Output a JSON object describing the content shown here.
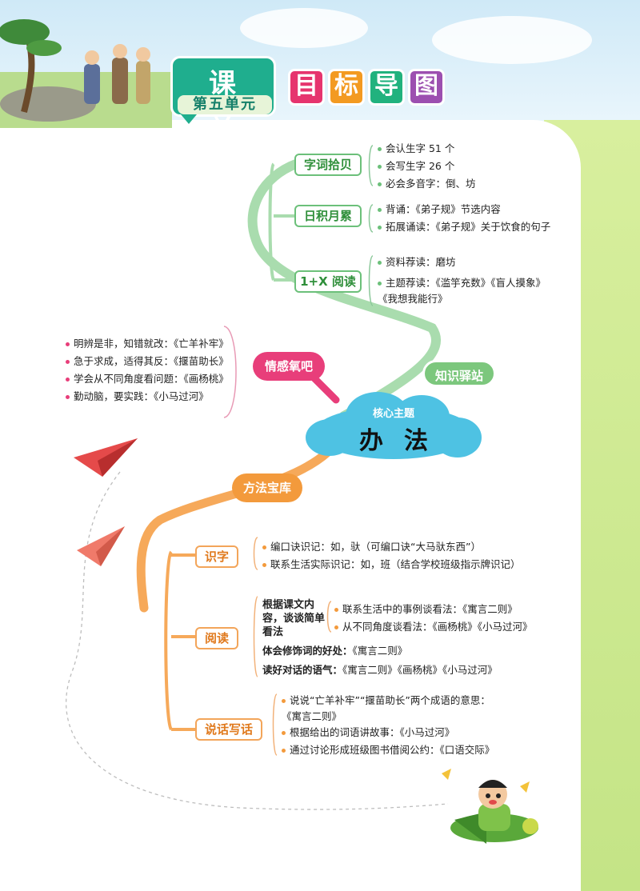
{
  "header": {
    "badge_big": "课文",
    "badge_small": "第五单元",
    "title_chars": [
      "目",
      "标",
      "导",
      "图"
    ],
    "title_colors": [
      "#e6346e",
      "#f39a21",
      "#21b27e",
      "#9c4fb0"
    ]
  },
  "core": {
    "label": "核心主题",
    "theme": "办法"
  },
  "colors": {
    "green": "#9ad6a2",
    "green_dark": "#3a9a4a",
    "pink": "#e83e7a",
    "orange": "#f39a3c",
    "blue": "#4ec2e3"
  },
  "zhishi": {
    "label": "知识驿站",
    "items": [
      {
        "label": "字词拾贝",
        "leaves": [
          "会认生字 51 个",
          "会写生字 26 个",
          "必会多音字：倒、坊"
        ]
      },
      {
        "label": "日积月累",
        "leaves": [
          "背诵：《弟子规》节选内容",
          "拓展诵读：《弟子规》关于饮食的句子"
        ]
      },
      {
        "label": "1+X 阅读",
        "leaves": [
          "资料荐读：磨坊",
          "主题荐读：《滥竽充数》《盲人摸象》",
          "《我想我能行》"
        ]
      }
    ]
  },
  "qinggan": {
    "label": "情感氧吧",
    "leaves": [
      "明辨是非，知错就改：《亡羊补牢》",
      "急于求成，适得其反：《揠苗助长》",
      "学会从不同角度看问题：《画杨桃》",
      "勤动脑，要实践：《小马过河》"
    ]
  },
  "fangfa": {
    "label": "方法宝库",
    "shizi": {
      "label": "识字",
      "leaves": [
        "编口诀识记：如，驮（可编口诀“大马驮东西”）",
        "联系生活实际识记：如，班（结合学校班级指示牌识记）"
      ]
    },
    "yuedu": {
      "label": "阅读",
      "sub_label": "根据课文内容，谈谈简单看法",
      "sub_leaves": [
        "联系生活中的事例谈看法：《寓言二则》",
        "从不同角度谈看法：《画杨桃》《小马过河》"
      ],
      "line2_bold": "体会修饰词的好处：",
      "line2_rest": "《寓言二则》",
      "line3_bold": "读好对话的语气：",
      "line3_rest": "《寓言二则》《画杨桃》《小马过河》"
    },
    "shuohua": {
      "label": "说话写话",
      "leaves": [
        "说说“亡羊补牢”“揠苗助长”两个成语的意思：",
        "《寓言二则》",
        "根据给出的词语讲故事：《小马过河》",
        "通过讨论形成班级图书借阅公约：《口语交际》"
      ]
    }
  }
}
